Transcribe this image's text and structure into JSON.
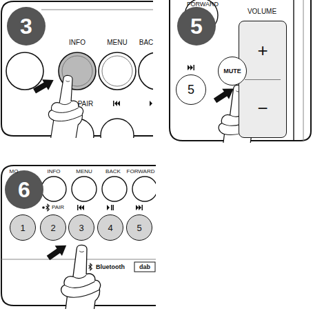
{
  "diagram": {
    "nodes": [
      {
        "text": [
          "3"
        ]
      },
      {
        "text": [
          "5"
        ]
      },
      {
        "text": [
          "+",
          "−"
        ]
      },
      {
        "text": [
          "MUTE"
        ]
      },
      {
        "text": [
          "5"
        ]
      },
      {
        "text": [
          "6"
        ]
      },
      {
        "text": [
          "1"
        ]
      },
      {
        "text": [
          "2"
        ]
      },
      {
        "text": [
          "3"
        ]
      },
      {
        "text": [
          "4"
        ]
      },
      {
        "text": [
          "5"
        ]
      }
    ],
    "labels": [
      "INFO",
      "MENU",
      "BAC",
      "PAIR",
      "FORWARD",
      "VOLUME",
      "MO",
      "INFO",
      "MENU",
      "BACK",
      "FORWARD",
      "PAIR",
      "Bluetooth",
      "dab"
    ]
  }
}
